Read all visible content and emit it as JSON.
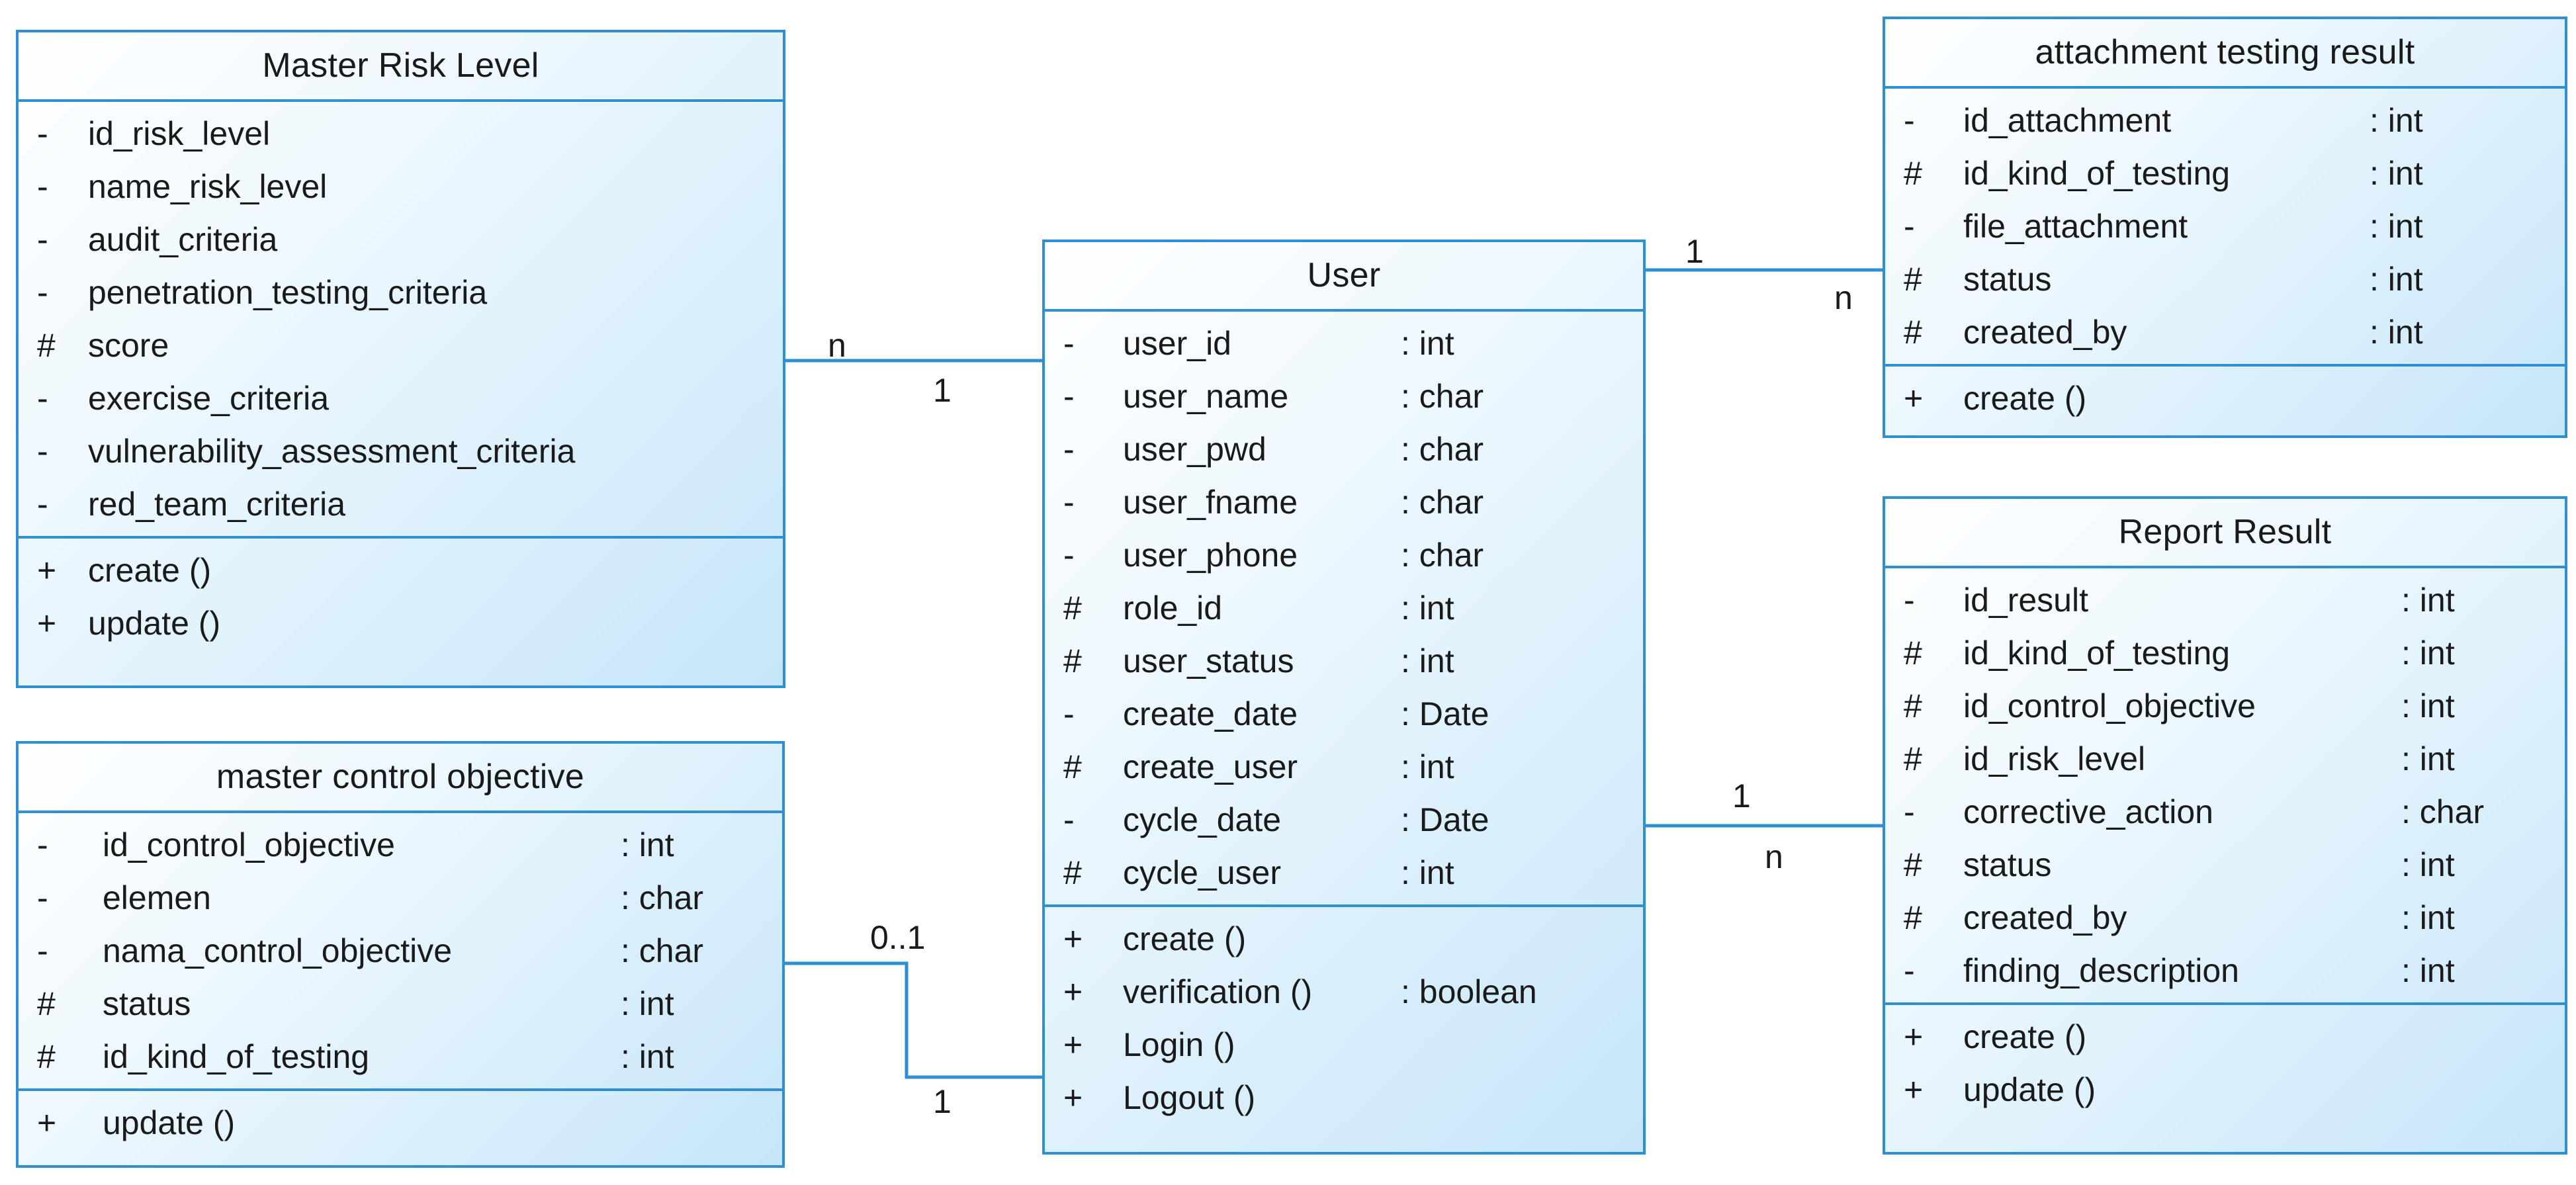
{
  "classes": {
    "master_risk_level": {
      "title": "Master Risk Level",
      "attributes": [
        {
          "vis": "-",
          "name": "id_risk_level",
          "type": ""
        },
        {
          "vis": "-",
          "name": "name_risk_level",
          "type": ""
        },
        {
          "vis": "-",
          "name": "audit_criteria",
          "type": ""
        },
        {
          "vis": "-",
          "name": "penetration_testing_criteria",
          "type": ""
        },
        {
          "vis": "#",
          "name": "score",
          "type": ""
        },
        {
          "vis": "-",
          "name": "exercise_criteria",
          "type": ""
        },
        {
          "vis": "-",
          "name": "vulnerability_assessment_criteria",
          "type": ""
        },
        {
          "vis": "-",
          "name": "red_team_criteria",
          "type": ""
        }
      ],
      "operations": [
        {
          "vis": "+",
          "name": "create ()",
          "type": ""
        },
        {
          "vis": "+",
          "name": "update ()",
          "type": ""
        }
      ]
    },
    "master_control_objective": {
      "title": "master control objective",
      "attributes": [
        {
          "vis": "-",
          "name": "id_control_objective",
          "type": ": int"
        },
        {
          "vis": "-",
          "name": "elemen",
          "type": ": char"
        },
        {
          "vis": "-",
          "name": "nama_control_objective",
          "type": ": char"
        },
        {
          "vis": "#",
          "name": "status",
          "type": ": int"
        },
        {
          "vis": "#",
          "name": "id_kind_of_testing",
          "type": ": int"
        }
      ],
      "operations": [
        {
          "vis": "+",
          "name": "update ()",
          "type": ""
        }
      ]
    },
    "user": {
      "title": "User",
      "attributes": [
        {
          "vis": "-",
          "name": "user_id",
          "type": ": int"
        },
        {
          "vis": "-",
          "name": "user_name",
          "type": ": char"
        },
        {
          "vis": "-",
          "name": "user_pwd",
          "type": ": char"
        },
        {
          "vis": "-",
          "name": "user_fname",
          "type": ": char"
        },
        {
          "vis": "-",
          "name": "user_phone",
          "type": ": char"
        },
        {
          "vis": "#",
          "name": "role_id",
          "type": ": int"
        },
        {
          "vis": "#",
          "name": "user_status",
          "type": ": int"
        },
        {
          "vis": "-",
          "name": "create_date",
          "type": ": Date"
        },
        {
          "vis": "#",
          "name": "create_user",
          "type": ": int"
        },
        {
          "vis": "-",
          "name": "cycle_date",
          "type": ": Date"
        },
        {
          "vis": "#",
          "name": "cycle_user",
          "type": ": int"
        }
      ],
      "operations": [
        {
          "vis": "+",
          "name": "create ()",
          "type": ""
        },
        {
          "vis": "+",
          "name": "verification ()",
          "type": ": boolean"
        },
        {
          "vis": "+",
          "name": "Login ()",
          "type": ""
        },
        {
          "vis": "+",
          "name": "Logout ()",
          "type": ""
        }
      ]
    },
    "attachment_testing_result": {
      "title": "attachment testing result",
      "attributes": [
        {
          "vis": "-",
          "name": "id_attachment",
          "type": ": int"
        },
        {
          "vis": "#",
          "name": "id_kind_of_testing",
          "type": ": int"
        },
        {
          "vis": "-",
          "name": "file_attachment",
          "type": ": int"
        },
        {
          "vis": "#",
          "name": "status",
          "type": ": int"
        },
        {
          "vis": "#",
          "name": "created_by",
          "type": ": int"
        }
      ],
      "operations": [
        {
          "vis": "+",
          "name": "create ()",
          "type": ""
        }
      ]
    },
    "report_result": {
      "title": "Report Result",
      "attributes": [
        {
          "vis": "-",
          "name": "id_result",
          "type": ": int"
        },
        {
          "vis": "#",
          "name": "id_kind_of_testing",
          "type": ": int"
        },
        {
          "vis": "#",
          "name": "id_control_objective",
          "type": ": int"
        },
        {
          "vis": "#",
          "name": "id_risk_level",
          "type": ": int"
        },
        {
          "vis": "-",
          "name": "corrective_action",
          "type": ": char"
        },
        {
          "vis": "#",
          "name": "status",
          "type": ": int"
        },
        {
          "vis": "#",
          "name": "created_by",
          "type": ": int"
        },
        {
          "vis": "-",
          "name": "finding_description",
          "type": ": int"
        }
      ],
      "operations": [
        {
          "vis": "+",
          "name": "create ()",
          "type": ""
        },
        {
          "vis": "+",
          "name": "update ()",
          "type": ""
        }
      ]
    }
  },
  "associations": {
    "risk_user": {
      "end_a": "n",
      "end_b": "1"
    },
    "objective_user": {
      "end_a": "0..1",
      "end_b": "1"
    },
    "user_attachment": {
      "end_a": "1",
      "end_b": "n"
    },
    "user_report": {
      "end_a": "1",
      "end_b": "n"
    }
  },
  "colors": {
    "border": "#2f8fd3",
    "fill_light": "#eef8fe",
    "fill_dark": "#c6e6f9"
  }
}
